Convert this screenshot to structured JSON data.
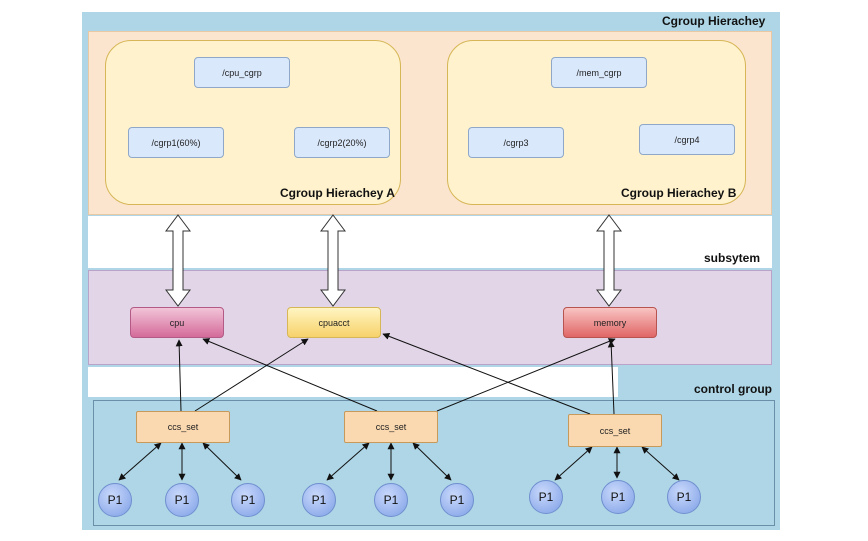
{
  "diagram": {
    "title": "Cgroup Hierachey",
    "hierarchy_a": {
      "label": "Cgroup Hierachey A",
      "root": "/cpu_cgrp",
      "children": [
        "/cgrp1(60%)",
        "/cgrp2(20%)"
      ]
    },
    "hierarchy_b": {
      "label": "Cgroup Hierachey B",
      "root": "/mem_cgrp",
      "children": [
        "/cgrp3",
        "/cgrp4"
      ]
    },
    "subsystem": {
      "title": "subsytem",
      "items": [
        "cpu",
        "cpuacct",
        "memory"
      ]
    },
    "control_group": {
      "title": "control group",
      "sets": [
        "ccs_set",
        "ccs_set",
        "ccs_set"
      ],
      "process_label": "P1"
    },
    "colors": {
      "background": "#aed6e6",
      "hierarchy_band": "#fbe5cf",
      "hierarchy_box": "#fff2cc",
      "cgroup_node": "#dae8fc",
      "subsystem_band": "#e1d5e7",
      "cpu": "#d46b9a",
      "cpuacct": "#f7d26a",
      "memory": "#e06666",
      "ccs_set": "#fad9b0",
      "process": "#7e9fe6"
    }
  }
}
